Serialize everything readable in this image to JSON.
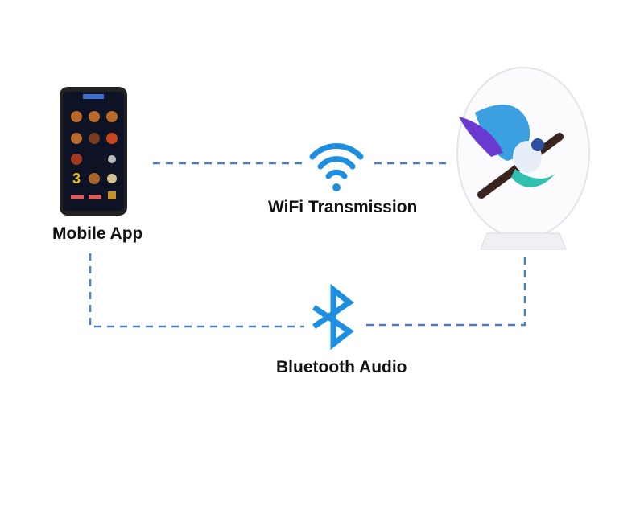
{
  "labels": {
    "mobile": "Mobile App",
    "wifi": "WiFi Transmission",
    "bluetooth": "Bluetooth Audio"
  },
  "colors": {
    "line": "#4a7fc0",
    "icon": "#1e8fe0",
    "text": "#111111"
  }
}
